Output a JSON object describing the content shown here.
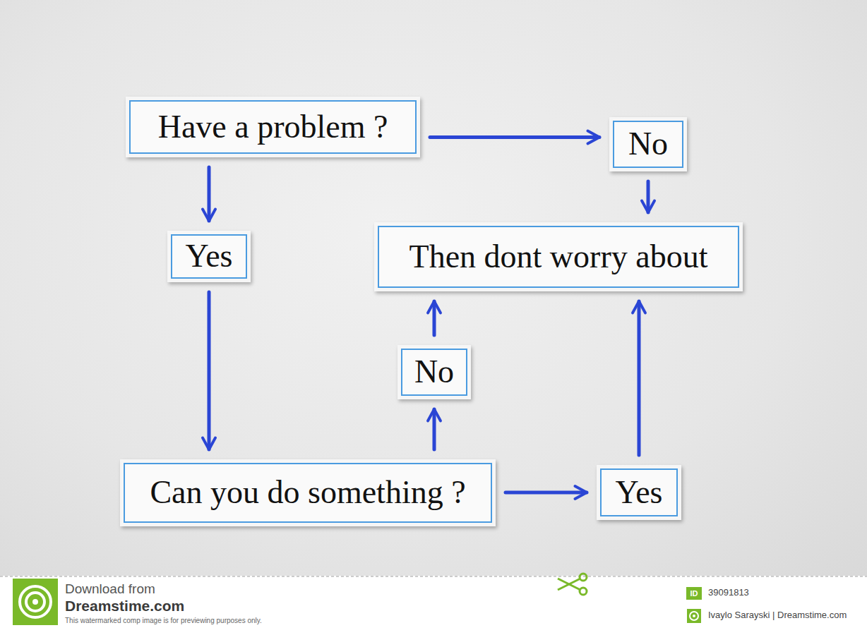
{
  "diagram": {
    "nodes": [
      {
        "text": [
          "Have a problem ?"
        ]
      },
      {
        "text": [
          "No"
        ]
      },
      {
        "text": [
          "Yes"
        ]
      },
      {
        "text": [
          "Then dont worry about"
        ]
      },
      {
        "text": [
          "No"
        ]
      },
      {
        "text": [
          "Can you do something ?"
        ]
      },
      {
        "text": [
          "Yes"
        ]
      },
      {
        "text": [
          "ID"
        ]
      }
    ],
    "edges": [
      {
        "from": 0,
        "to": 1,
        "arrow": "to"
      },
      {
        "from": 0,
        "to": 2,
        "arrow": "to"
      },
      {
        "from": 1,
        "to": 3,
        "arrow": "to"
      },
      {
        "from": 2,
        "to": 5,
        "arrow": "to"
      },
      {
        "from": 5,
        "to": 4,
        "arrow": "to"
      },
      {
        "from": 4,
        "to": 3,
        "arrow": "to"
      },
      {
        "from": 5,
        "to": 6,
        "arrow": "to"
      },
      {
        "from": 6,
        "to": 3,
        "arrow": "to"
      }
    ],
    "labels": [
      "Download from",
      "Dreamstime.com",
      "This watermarked comp image is for previewing purposes only.",
      "39091813",
      "Ivaylo Sarayski | Dreamstime.com"
    ]
  }
}
